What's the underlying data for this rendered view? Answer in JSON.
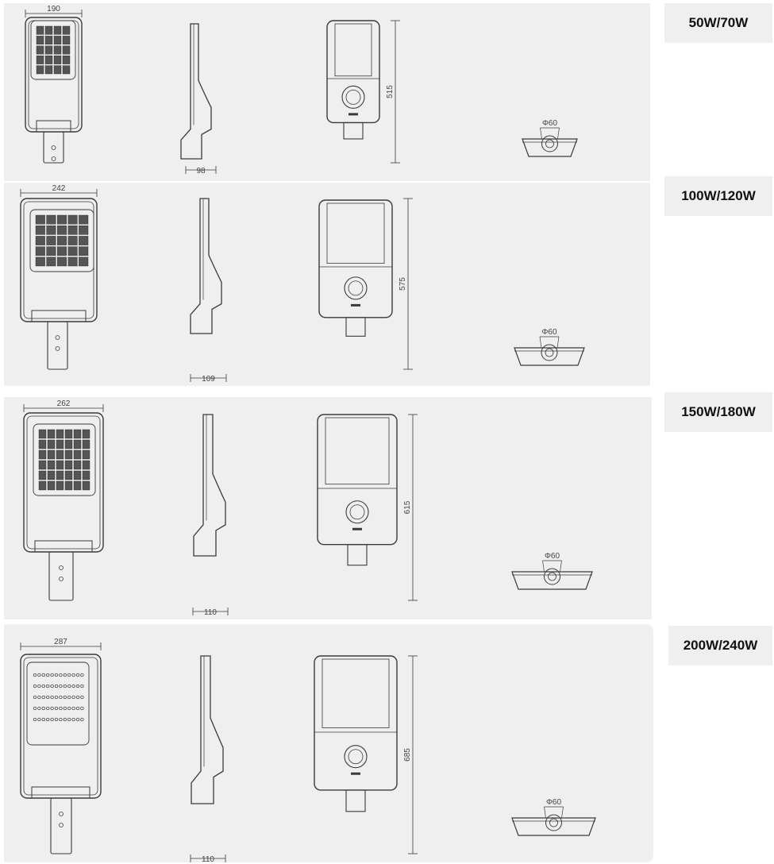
{
  "colors": {
    "panel": "#efefef",
    "line": "#3a3a3a",
    "background": "#ffffff"
  },
  "variants": [
    {
      "label": "50W/70W",
      "width": "190",
      "depth": "98",
      "height": "515",
      "bracket": "Φ60"
    },
    {
      "label": "100W/120W",
      "width": "242",
      "depth": "109",
      "height": "575",
      "bracket": "Φ60"
    },
    {
      "label": "150W/180W",
      "width": "262",
      "depth": "110",
      "height": "615",
      "bracket": "Φ60"
    },
    {
      "label": "200W/240W",
      "width": "287",
      "depth": "110",
      "height": "685",
      "bracket": "Φ60"
    }
  ]
}
